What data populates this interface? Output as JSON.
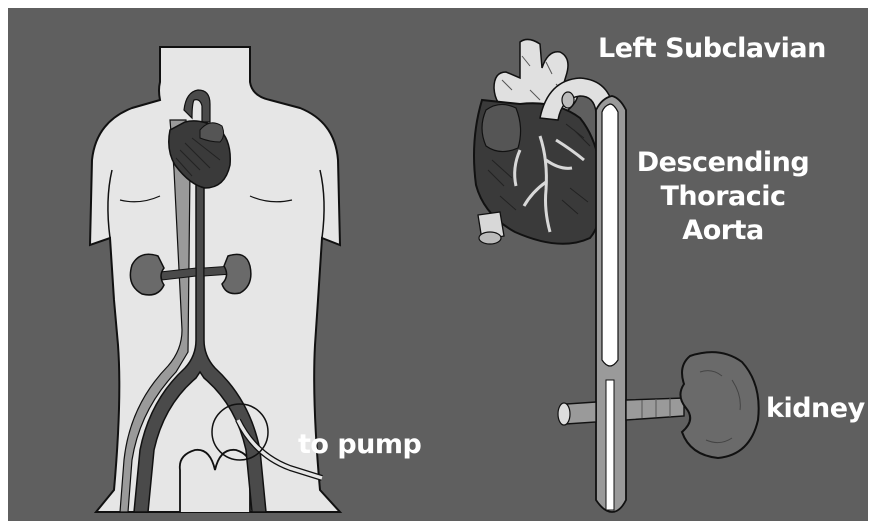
{
  "labels": {
    "left_subclavian": "Left Subclavian",
    "descending_line1": "Descending",
    "descending_line2": "Thoracic",
    "descending_line3": "Aorta",
    "kidney": "kidney",
    "to_pump": "to pump"
  },
  "colors": {
    "background": "#5f5f5f",
    "body_skin": "#e6e6e6",
    "vessel": "#4a4a4a",
    "heart_dark": "#3a3a3a",
    "kidney": "#6a6a6a",
    "outline": "#111111"
  }
}
